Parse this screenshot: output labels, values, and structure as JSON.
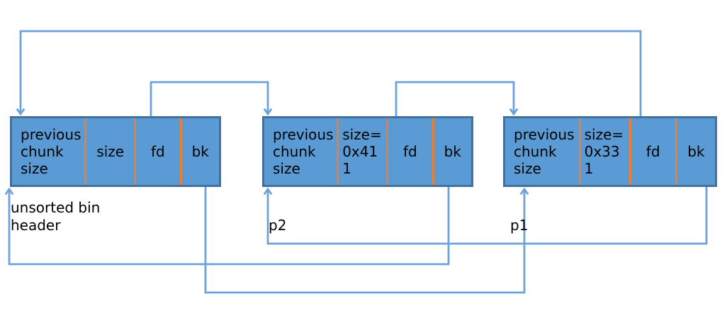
{
  "colors": {
    "canvas_bg": "#ffffff",
    "chunk_fill": "#5b9bd5",
    "chunk_border": "#41719c",
    "cell_divider": "#ed7d31",
    "connector": "#6ba2da",
    "text": "#000000"
  },
  "chunks": [
    {
      "id": "unsorted-bin-header",
      "label": [
        "unsorted bin",
        "header"
      ],
      "cells": [
        {
          "name": "previous chunk size",
          "lines": [
            "previous",
            "chunk",
            "size"
          ]
        },
        {
          "name": "size",
          "lines": [
            "size"
          ]
        },
        {
          "name": "fd",
          "lines": [
            "fd"
          ]
        },
        {
          "name": "bk",
          "lines": [
            "bk"
          ]
        }
      ]
    },
    {
      "id": "p2",
      "label": [
        "p2"
      ],
      "cells": [
        {
          "name": "previous chunk size",
          "lines": [
            "previous",
            "chunk",
            "size"
          ]
        },
        {
          "name": "size=0x411",
          "lines": [
            "size=",
            "0x41",
            "1"
          ]
        },
        {
          "name": "fd",
          "lines": [
            "fd"
          ]
        },
        {
          "name": "bk",
          "lines": [
            "bk"
          ]
        }
      ]
    },
    {
      "id": "p1",
      "label": [
        "p1"
      ],
      "cells": [
        {
          "name": "previous chunk size",
          "lines": [
            "previous",
            "chunk",
            "size"
          ]
        },
        {
          "name": "size=0x331",
          "lines": [
            "size=",
            "0x33",
            "1"
          ]
        },
        {
          "name": "fd",
          "lines": [
            "fd"
          ]
        },
        {
          "name": "bk",
          "lines": [
            "bk"
          ]
        }
      ]
    }
  ],
  "pointers": [
    {
      "name": "header-fd-to-p2",
      "from": "unsorted-bin-header.fd",
      "to": "p2"
    },
    {
      "name": "p2-fd-to-p1",
      "from": "p2.fd",
      "to": "p1"
    },
    {
      "name": "p1-fd-to-header",
      "from": "p1.fd",
      "to": "unsorted-bin-header"
    },
    {
      "name": "p2-bk-to-header",
      "from": "p2.bk",
      "to": "unsorted-bin-header"
    },
    {
      "name": "p1-bk-to-p2",
      "from": "p1.bk",
      "to": "p2"
    },
    {
      "name": "header-bk-to-p1",
      "from": "unsorted-bin-header.bk",
      "to": "p1"
    }
  ]
}
